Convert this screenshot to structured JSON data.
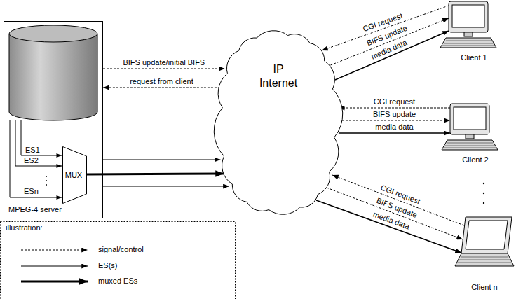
{
  "diagram": {
    "nodes": [
      {
        "text": [
          "MPEG-4 server"
        ]
      },
      {
        "text": [
          "MUX"
        ],
        "in": 0
      },
      {
        "text": [
          "IP Internet"
        ]
      },
      {
        "text": [
          "Client 1"
        ]
      },
      {
        "text": [
          "Client 2"
        ]
      },
      {
        "text": [
          "Client n"
        ]
      }
    ],
    "edges": [
      {
        "from": 0,
        "to": 2,
        "arrow": "to",
        "label": "BIFS update/initial BIFS"
      },
      {
        "from": 2,
        "to": 0,
        "arrow": "to",
        "label": "request from client"
      },
      {
        "from": 0,
        "to": 2,
        "arrow": "to"
      },
      {
        "from": 1,
        "to": 2,
        "arrow": "to"
      },
      {
        "from": 0,
        "to": 2,
        "arrow": "to"
      },
      {
        "from": 3,
        "to": 2,
        "arrow": "to",
        "label": "CGI request"
      },
      {
        "from": 2,
        "to": 3,
        "arrow": "to",
        "label": "BIFS update"
      },
      {
        "from": 2,
        "to": 3,
        "arrow": "to",
        "label": "media data"
      },
      {
        "from": 4,
        "to": 2,
        "arrow": "to",
        "label": "CGI request"
      },
      {
        "from": 2,
        "to": 4,
        "arrow": "to",
        "label": "BIFS update"
      },
      {
        "from": 2,
        "to": 4,
        "arrow": "to",
        "label": "media data"
      },
      {
        "from": 5,
        "to": 2,
        "arrow": "to",
        "label": "CGI request"
      },
      {
        "from": 2,
        "to": 5,
        "arrow": "to",
        "label": "BIFS update"
      },
      {
        "from": 2,
        "to": 5,
        "arrow": "to",
        "label": "media data"
      }
    ],
    "labels": [
      "ES1",
      "ES2",
      "ESn",
      "illustration:"
    ],
    "legend": [
      {
        "text": "signal/control"
      },
      {
        "text": "ES(s)"
      },
      {
        "text": "muxed ESs"
      }
    ]
  }
}
